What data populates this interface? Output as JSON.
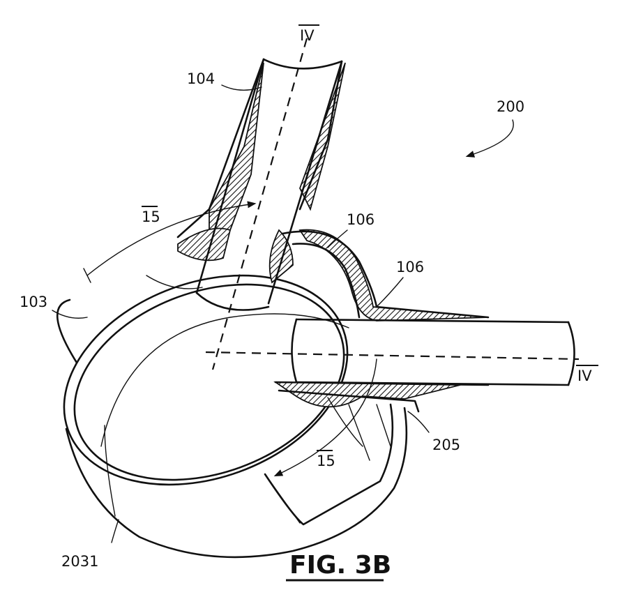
{
  "figure": {
    "caption": "FIG. 3B",
    "assembly_ref": "200"
  },
  "labels": {
    "upper_tube": "104",
    "wall_a": "106",
    "wall_b": "106",
    "ring": "103",
    "ring_base": "2031",
    "lower_part": "205",
    "angle_upper": "15",
    "angle_lower": "15",
    "section_top": "IV",
    "section_right": "IV"
  }
}
